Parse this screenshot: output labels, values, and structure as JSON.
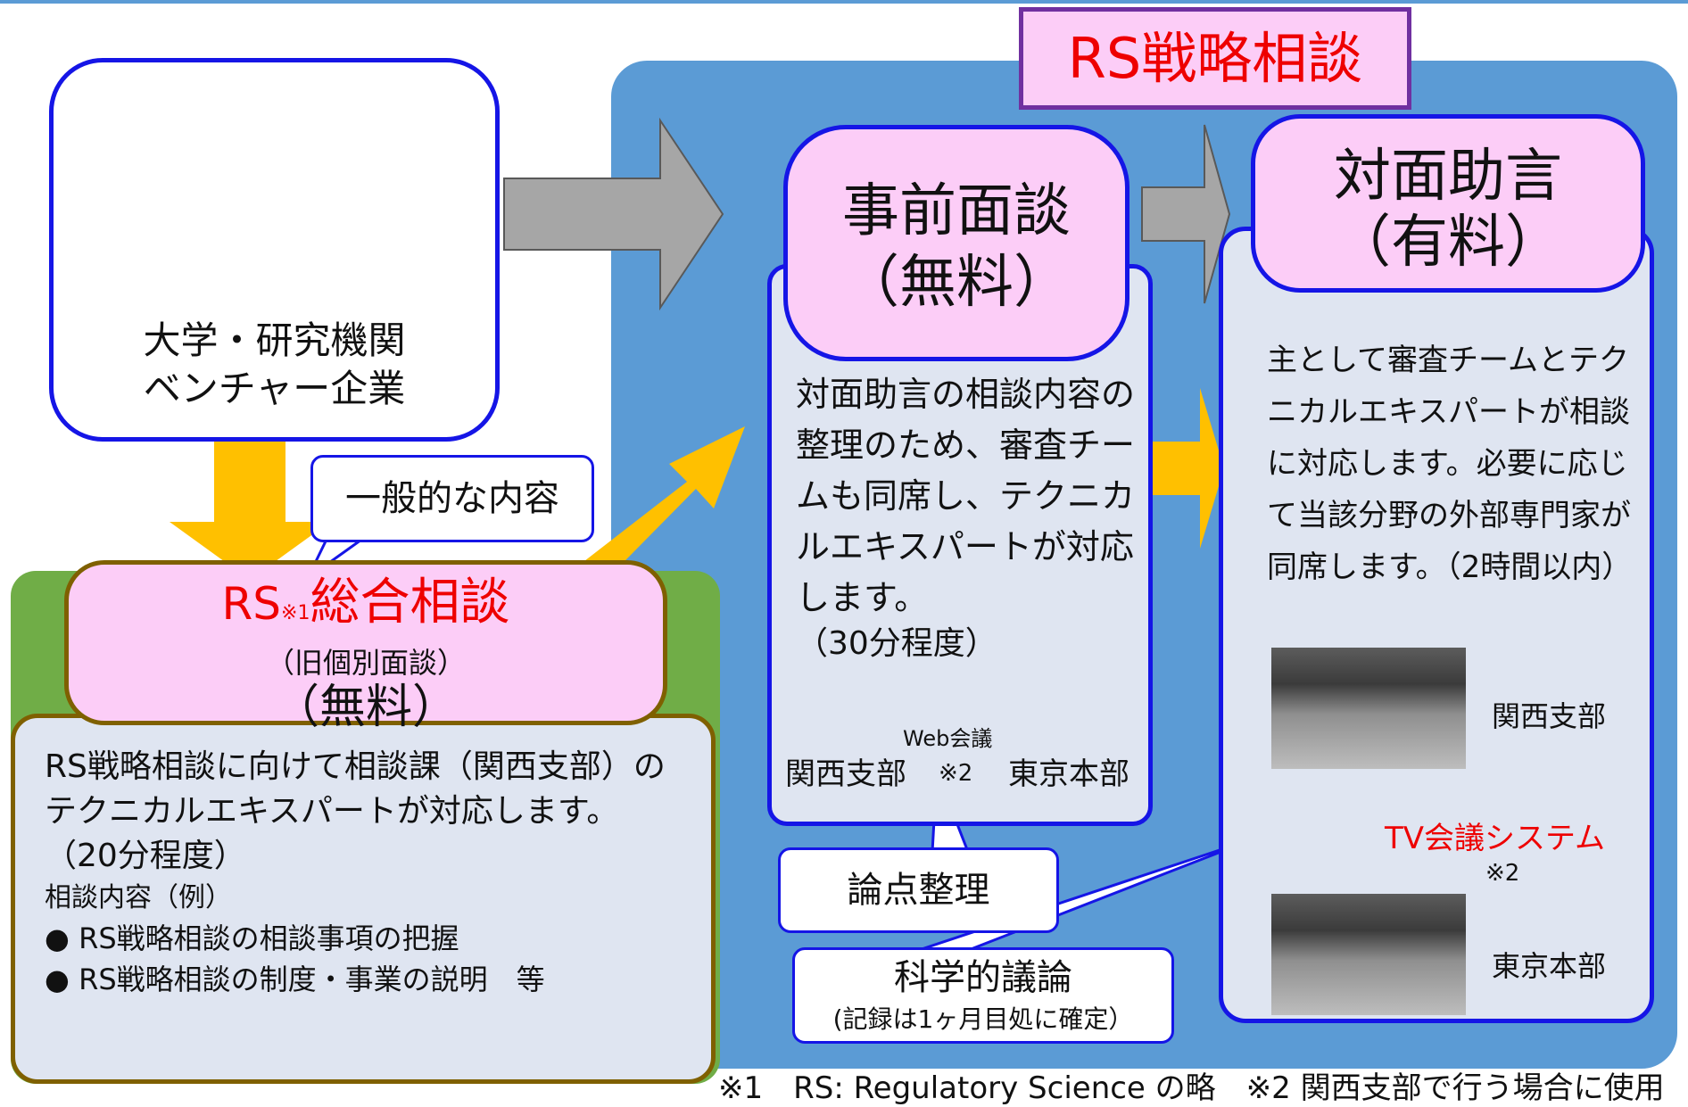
{
  "organization": {
    "line1": "大学・研究機関",
    "line2": "ベンチャー企業"
  },
  "rs_strategy": {
    "title": "RS戦略相談"
  },
  "pre_meeting": {
    "title": "事前面談",
    "fee": "（無料）",
    "body": "対面助言の相談内容の整理のため、審査チームも同席し、テクニカルエキスパートが対応します。",
    "time": "（30分程度）",
    "web_label": "Web会議",
    "left_label": "関西支部",
    "right_label": "東京本部",
    "note_mark": "※2"
  },
  "face_advice": {
    "title": "対面助言",
    "fee": "（有料）",
    "body": "主として審査チームとテクニカルエキスパートが相談に対応します。必要に応じて当該分野の外部専門家が同席します。（2時間以内）",
    "photo1_label": "関西支部",
    "photo2_label": "東京本部",
    "tv_label": "TV会議システム",
    "tv_note": "※2"
  },
  "general": {
    "title_prefix": "RS",
    "title_note": "※1",
    "title_main": "総合相談",
    "subtitle": "（旧個別面談）",
    "fee": "（無料）",
    "body": "RS戦略相談に向けて相談課（関西支部）のテクニカルエキスパートが対応します。",
    "time": "（20分程度）",
    "examples_label": "相談内容（例）",
    "examples": [
      "● RS戦略相談の相談事項の把握",
      "● RS戦略相談の制度・事業の説明　等"
    ]
  },
  "callouts": {
    "general_content": "一般的な内容",
    "issue_sorting": "論点整理",
    "scientific": "科学的議論",
    "scientific_note": "(記録は1ヶ月目処に確定）"
  },
  "footnote": "※1　RS: Regulatory Science の略　※2 関西支部で行う場合に使用",
  "colors": {
    "pink": "#fccdf7",
    "blue_frame": "#1515e6",
    "red_text": "#e00000",
    "arrow_gray": "#a6a6a6",
    "arrow_gold": "#ffc000"
  }
}
